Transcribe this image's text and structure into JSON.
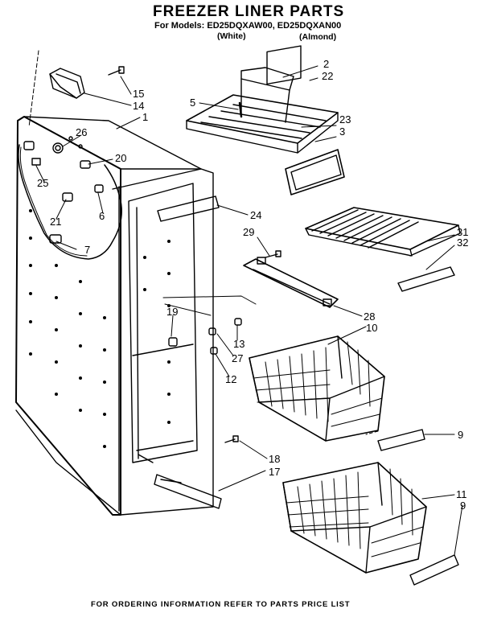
{
  "header": {
    "title": "FREEZER LINER PARTS",
    "models_line": "For Models: ED25DQXAW00, ED25DQXAN00",
    "variant_white": "(White)",
    "variant_almond": "(Almond)"
  },
  "callouts": [
    {
      "id": "c2",
      "label": "2"
    },
    {
      "id": "c22",
      "label": "22"
    },
    {
      "id": "c5",
      "label": "5"
    },
    {
      "id": "c15",
      "label": "15"
    },
    {
      "id": "c14",
      "label": "14"
    },
    {
      "id": "c1",
      "label": "1"
    },
    {
      "id": "c23",
      "label": "23"
    },
    {
      "id": "c3",
      "label": "3"
    },
    {
      "id": "c26",
      "label": "26"
    },
    {
      "id": "c20",
      "label": "20"
    },
    {
      "id": "c25",
      "label": "25"
    },
    {
      "id": "c21",
      "label": "21"
    },
    {
      "id": "c6",
      "label": "6"
    },
    {
      "id": "c7",
      "label": "7"
    },
    {
      "id": "c24",
      "label": "24"
    },
    {
      "id": "c29",
      "label": "29"
    },
    {
      "id": "c31",
      "label": "31"
    },
    {
      "id": "c32",
      "label": "32"
    },
    {
      "id": "c28",
      "label": "28"
    },
    {
      "id": "c10",
      "label": "10"
    },
    {
      "id": "c19",
      "label": "19"
    },
    {
      "id": "c13",
      "label": "13"
    },
    {
      "id": "c27",
      "label": "27"
    },
    {
      "id": "c12",
      "label": "12"
    },
    {
      "id": "c9a",
      "label": "9"
    },
    {
      "id": "c18",
      "label": "18"
    },
    {
      "id": "c17",
      "label": "17"
    },
    {
      "id": "c11",
      "label": "11"
    },
    {
      "id": "c9b",
      "label": "9"
    }
  ],
  "footer": {
    "note": "FOR ORDERING INFORMATION REFER TO PARTS PRICE LIST"
  }
}
